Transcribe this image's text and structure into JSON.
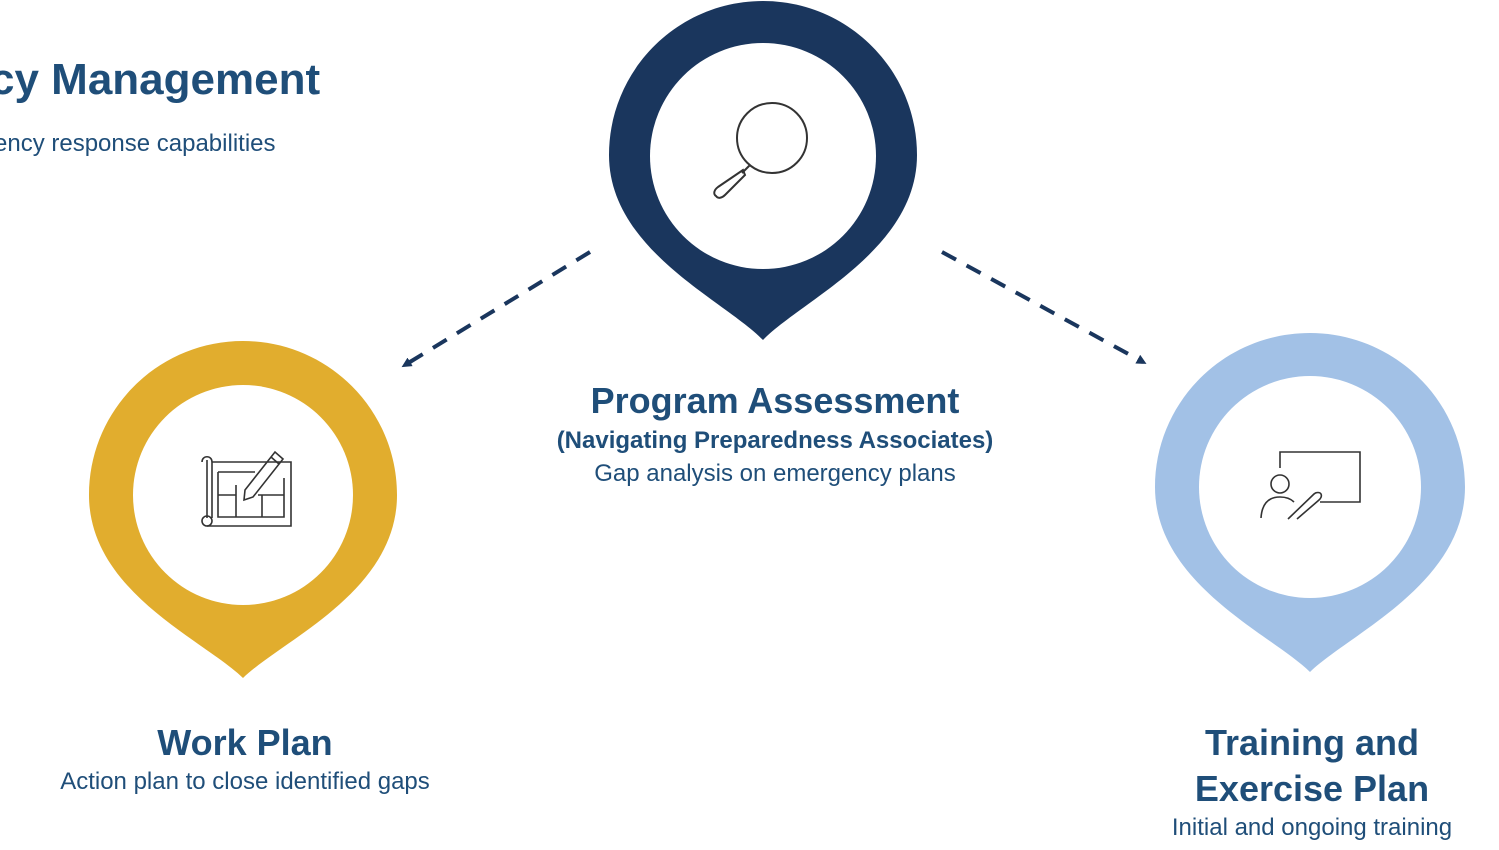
{
  "header": {
    "title": "cy Management",
    "subtitle": "ency response capabilities"
  },
  "nodes": [
    {
      "title": "Program Assessment",
      "subtitle": "(Navigating Preparedness Associates)",
      "description": "Gap analysis on emergency plans",
      "color": "#1a365d",
      "icon": "magnifying-glass-icon"
    },
    {
      "title": "Work Plan",
      "description": "Action plan to close identified gaps",
      "color": "#e1ad2e",
      "icon": "blueprint-icon"
    },
    {
      "title_line1": "Training and",
      "title_line2": "Exercise Plan",
      "description": "Initial and ongoing training",
      "color": "#a2c1e6",
      "icon": "presentation-board-icon"
    }
  ],
  "colors": {
    "text": "#1f4e79",
    "arrow": "#1a365d"
  }
}
